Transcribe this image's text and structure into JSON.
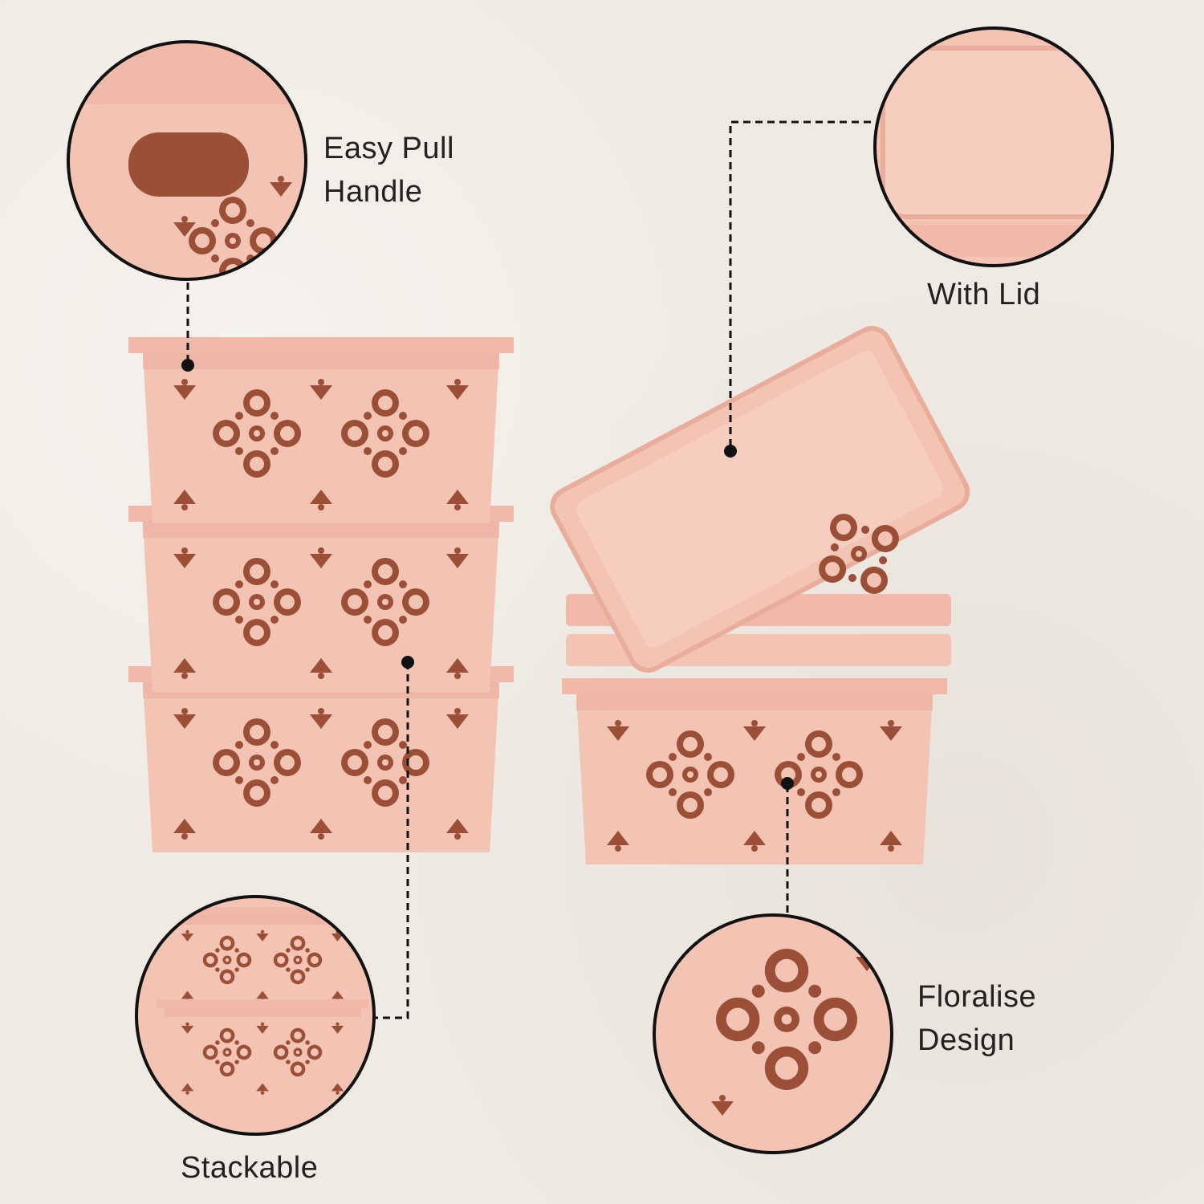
{
  "features": [
    {
      "id": "pull-handle",
      "lines": [
        "Easy Pull",
        "Handle"
      ]
    },
    {
      "id": "with-lid",
      "lines": [
        "With Lid"
      ]
    },
    {
      "id": "stackable",
      "lines": [
        "Stackable"
      ]
    },
    {
      "id": "floralise-design",
      "lines": [
        "Floralise",
        "Design"
      ]
    }
  ],
  "colors": {
    "background": "#efebe4",
    "basket": "#f3c3b4",
    "basket_shade": "#e9ad9c",
    "cutout": "#9a4f36",
    "text": "#222222",
    "callout_ring": "#111111"
  }
}
